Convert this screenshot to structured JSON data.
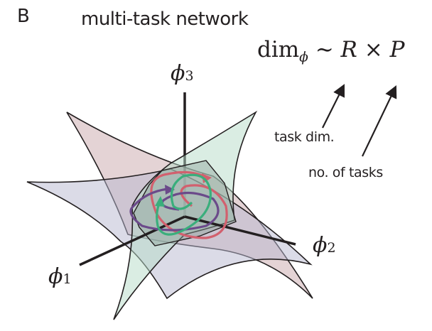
{
  "panel": {
    "letter": "B",
    "title": "multi-task network"
  },
  "equation": {
    "lhs": "dim",
    "lhs_subscript": "ϕ",
    "relation": "∼",
    "factor_a": "R",
    "operator": "×",
    "factor_b": "P"
  },
  "annotations": {
    "task_dim": "task dim.",
    "num_tasks": "no. of tasks"
  },
  "axes": {
    "phi1": {
      "symbol": "ϕ",
      "index": "1"
    },
    "phi2": {
      "symbol": "ϕ",
      "index": "2"
    },
    "phi3": {
      "symbol": "ϕ",
      "index": "3"
    }
  },
  "colors": {
    "manifold_rose": "#c9a8ab",
    "manifold_lavender": "#b7b8cf",
    "manifold_mint": "#b5dcc8",
    "trajectory_red": "#d2606e",
    "trajectory_purple": "#6b4a8a",
    "trajectory_green": "#3aae7c",
    "axis": "#231f20"
  }
}
